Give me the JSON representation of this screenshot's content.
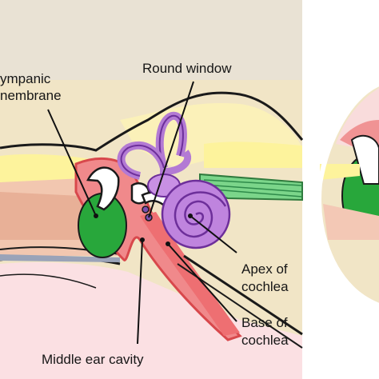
{
  "labels": {
    "tympanic_line1": "ympanic",
    "tympanic_line2": "nembrane",
    "round_window": "Round window",
    "apex_line1": "Apex of",
    "apex_line2": "cochlea",
    "base_line1": "Base of",
    "base_line2": "cochlea",
    "middle_ear": "Middle ear cavity"
  },
  "colors": {
    "canal_tan": "#f0e3c4",
    "skin_pink": "#fbe1e4",
    "bone_yellow": "#fdf3a6",
    "ear_red": "#e9575a",
    "membrane_green": "#27a83a",
    "cochlea_purple": "#b872d9",
    "outline": "#1a1a1a"
  }
}
